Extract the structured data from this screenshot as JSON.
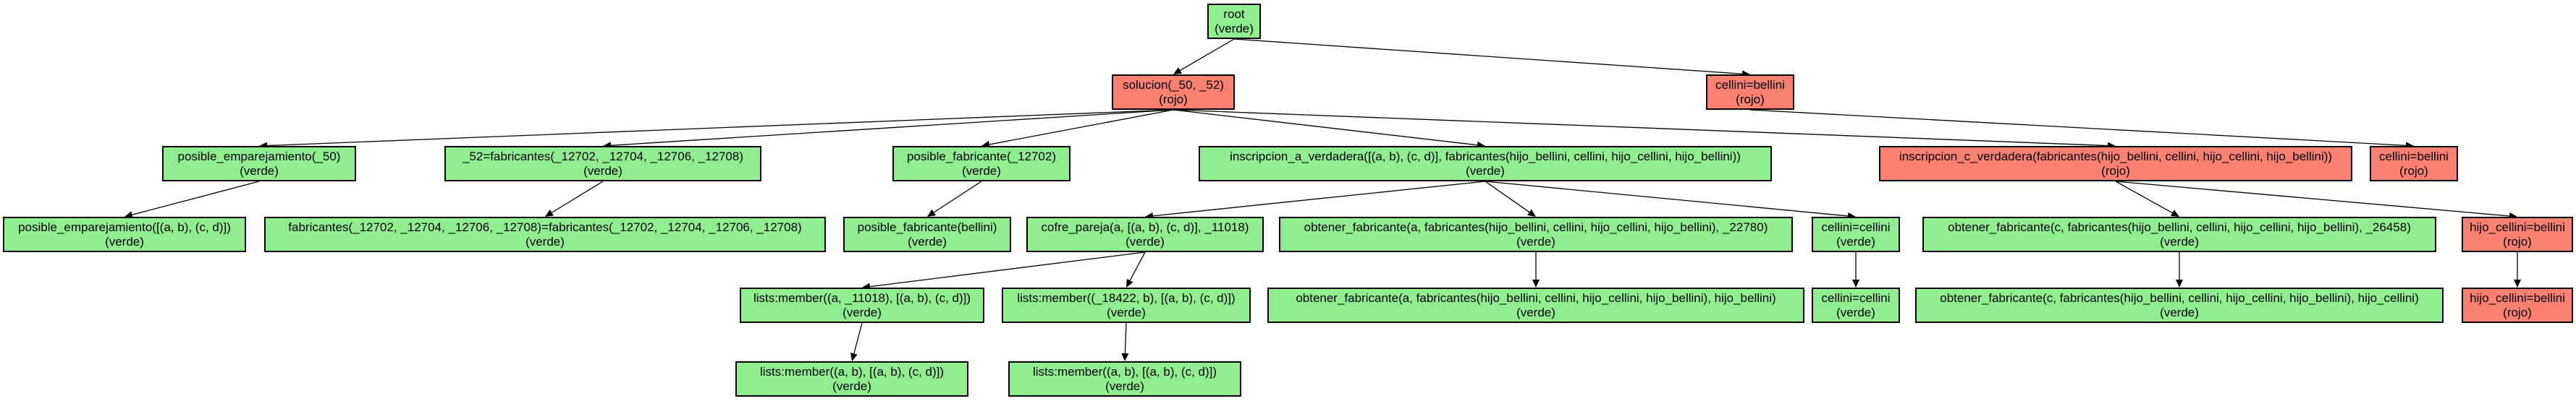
{
  "colors": {
    "verde": "#90ee90",
    "rojo": "#fa8072",
    "edge": "#000000"
  },
  "nodes": [
    {
      "id": "n1",
      "label": "root",
      "status": "verde",
      "type": "verde"
    },
    {
      "id": "n2",
      "label": "solucion(_50, _52)",
      "status": "rojo",
      "type": "rojo"
    },
    {
      "id": "n3",
      "label": "cellini=bellini",
      "status": "rojo",
      "type": "rojo"
    },
    {
      "id": "n4",
      "label": "posible_emparejamiento(_50)",
      "status": "verde",
      "type": "verde"
    },
    {
      "id": "n5",
      "label": "_52=fabricantes(_12702, _12704, _12706, _12708)",
      "status": "verde",
      "type": "verde"
    },
    {
      "id": "n6",
      "label": "posible_fabricante(_12702)",
      "status": "verde",
      "type": "verde"
    },
    {
      "id": "n7",
      "label": "inscripcion_a_verdadera([(a, b), (c, d)], fabricantes(hijo_bellini, cellini, hijo_cellini, hijo_bellini))",
      "status": "verde",
      "type": "verde"
    },
    {
      "id": "n8",
      "label": "inscripcion_c_verdadera(fabricantes(hijo_bellini, cellini, hijo_cellini, hijo_bellini))",
      "status": "rojo",
      "type": "rojo"
    },
    {
      "id": "n9",
      "label": "cellini=bellini",
      "status": "rojo",
      "type": "rojo"
    },
    {
      "id": "n10",
      "label": "posible_emparejamiento([(a, b), (c, d)])",
      "status": "verde",
      "type": "verde"
    },
    {
      "id": "n11",
      "label": "fabricantes(_12702, _12704, _12706, _12708)=fabricantes(_12702, _12704, _12706, _12708)",
      "status": "verde",
      "type": "verde"
    },
    {
      "id": "n12",
      "label": "posible_fabricante(bellini)",
      "status": "verde",
      "type": "verde"
    },
    {
      "id": "n13",
      "label": "cofre_pareja(a, [(a, b), (c, d)], _11018)",
      "status": "verde",
      "type": "verde"
    },
    {
      "id": "n14",
      "label": "obtener_fabricante(a, fabricantes(hijo_bellini, cellini, hijo_cellini, hijo_bellini), _22780)",
      "status": "verde",
      "type": "verde"
    },
    {
      "id": "n15",
      "label": "cellini=cellini",
      "status": "verde",
      "type": "verde"
    },
    {
      "id": "n16",
      "label": "obtener_fabricante(c, fabricantes(hijo_bellini, cellini, hijo_cellini, hijo_bellini), _26458)",
      "status": "verde",
      "type": "verde"
    },
    {
      "id": "n17",
      "label": "hijo_cellini=bellini",
      "status": "rojo",
      "type": "rojo"
    },
    {
      "id": "n18",
      "label": "lists:member((a, _11018), [(a, b), (c, d)])",
      "status": "verde",
      "type": "verde"
    },
    {
      "id": "n19",
      "label": "lists:member((_18422, b), [(a, b), (c, d)])",
      "status": "verde",
      "type": "verde"
    },
    {
      "id": "n20",
      "label": "obtener_fabricante(a, fabricantes(hijo_bellini, cellini, hijo_cellini, hijo_bellini), hijo_bellini)",
      "status": "verde",
      "type": "verde"
    },
    {
      "id": "n21",
      "label": "cellini=cellini",
      "status": "verde",
      "type": "verde"
    },
    {
      "id": "n22",
      "label": "obtener_fabricante(c, fabricantes(hijo_bellini, cellini, hijo_cellini, hijo_bellini), hijo_cellini)",
      "status": "verde",
      "type": "verde"
    },
    {
      "id": "n23",
      "label": "hijo_cellini=bellini",
      "status": "rojo",
      "type": "rojo"
    },
    {
      "id": "n24",
      "label": "lists:member((a, b), [(a, b), (c, d)])",
      "status": "verde",
      "type": "verde"
    },
    {
      "id": "n25",
      "label": "lists:member((a, b), [(a, b), (c, d)])",
      "status": "verde",
      "type": "verde"
    }
  ],
  "edges": [
    [
      "n1",
      "n2"
    ],
    [
      "n1",
      "n3"
    ],
    [
      "n2",
      "n4"
    ],
    [
      "n2",
      "n5"
    ],
    [
      "n2",
      "n6"
    ],
    [
      "n2",
      "n7"
    ],
    [
      "n2",
      "n8"
    ],
    [
      "n3",
      "n9"
    ],
    [
      "n4",
      "n10"
    ],
    [
      "n5",
      "n11"
    ],
    [
      "n6",
      "n12"
    ],
    [
      "n7",
      "n13"
    ],
    [
      "n7",
      "n14"
    ],
    [
      "n7",
      "n15"
    ],
    [
      "n8",
      "n16"
    ],
    [
      "n8",
      "n17"
    ],
    [
      "n13",
      "n18"
    ],
    [
      "n13",
      "n19"
    ],
    [
      "n14",
      "n20"
    ],
    [
      "n15",
      "n21"
    ],
    [
      "n16",
      "n22"
    ],
    [
      "n17",
      "n23"
    ],
    [
      "n18",
      "n24"
    ],
    [
      "n19",
      "n25"
    ]
  ]
}
